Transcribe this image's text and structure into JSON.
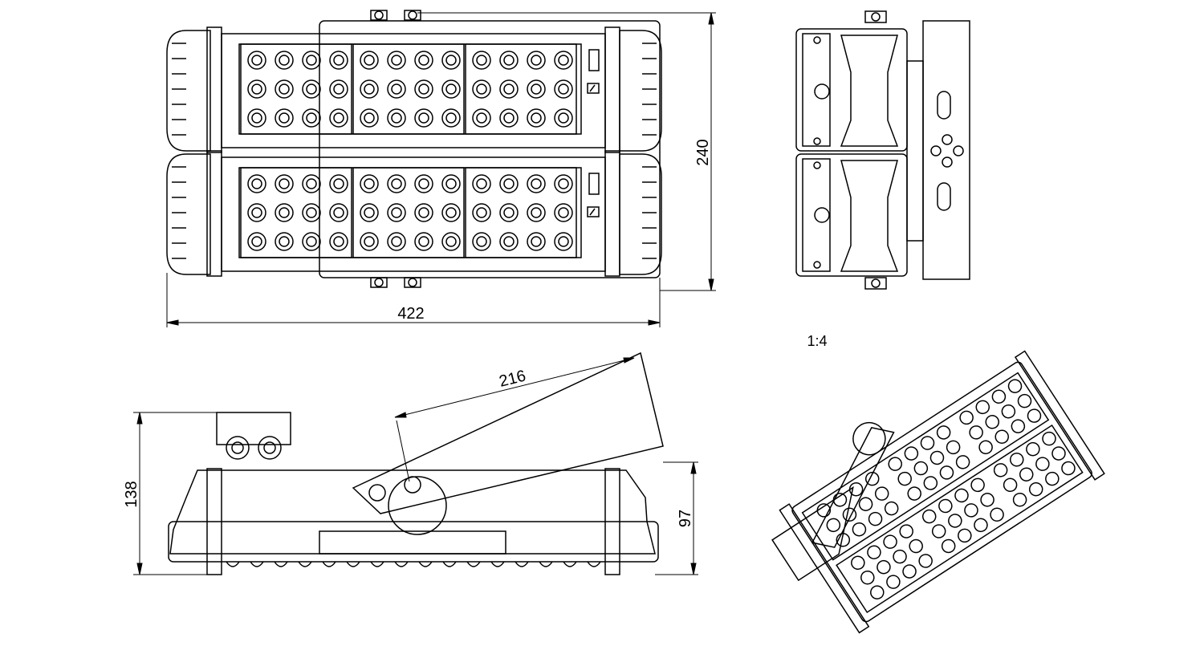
{
  "colors": {
    "line": "#000000",
    "background": "#ffffff",
    "panel": "#ffffff"
  },
  "dimensions": {
    "width": "422",
    "height": "240",
    "arm_length": "216",
    "side_height": "138",
    "body_height": "97"
  },
  "scale": "1:4",
  "led_grid": {
    "modules_per_panel": 3,
    "rows": 3,
    "cols": 4,
    "panels": 2
  }
}
